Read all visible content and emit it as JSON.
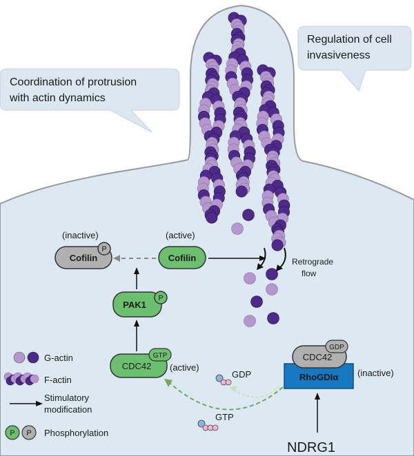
{
  "callouts": {
    "left": [
      "Coordination of protrusion",
      "with actin dynamics"
    ],
    "right": [
      "Regulation of cell",
      "invasiveness"
    ]
  },
  "labels": {
    "inactive_top": "(inactive)",
    "active_top": "(active)",
    "cofilin_inactive": "Cofilin",
    "cofilin_active": "Cofilin",
    "pak1": "PAK1",
    "cdc42_active": "CDC42",
    "active_side": "(active)",
    "cdc42_inactive": "CDC42",
    "inactive_side": "(inactive)",
    "rhogdi": "RhoGDIα",
    "gtp_tag": "GTP",
    "gdp_tag": "GDP",
    "p": "P",
    "gdp_free": "GDP",
    "gtp_free": "GTP",
    "retrograde": [
      "Retrograde",
      "flow"
    ],
    "ndrg1": "NDRG1"
  },
  "legend": {
    "g_actin": "G-actin",
    "f_actin": "F-actin",
    "stimulatory": [
      "Stimulatory",
      "modification"
    ],
    "phosphorylation": "Phosphorylation"
  },
  "colors": {
    "cell": "#dde9f2",
    "light_actin": "#b497cc",
    "dark_actin": "#4e2a8a",
    "green": "#6cbf6f",
    "grey": "#b0b0b0",
    "rhogdi": "#1578c0"
  }
}
